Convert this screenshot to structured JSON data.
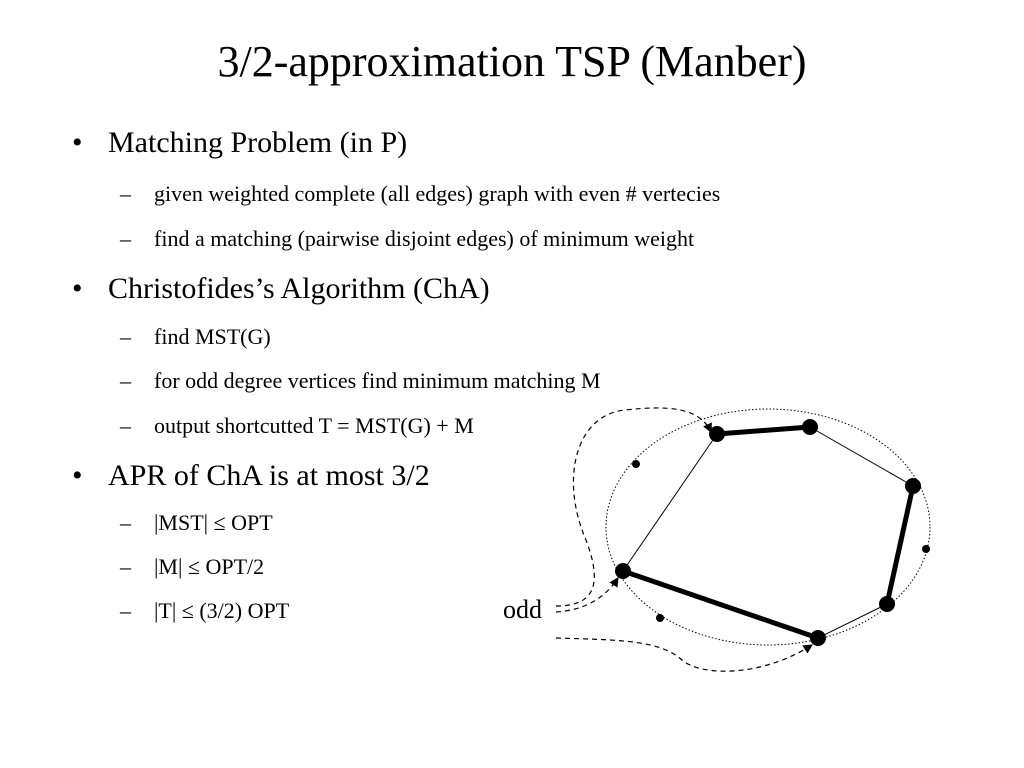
{
  "slide": {
    "title": "3/2-approximation TSP (Manber)",
    "sections": [
      {
        "bullet": "Matching Problem (in P)",
        "items": [
          "given weighted complete (all edges) graph with even # vertecies",
          "find a matching (pairwise disjoint edges) of minimum weight"
        ]
      },
      {
        "bullet": "Christofides’s Algorithm (ChA)",
        "items": [
          "find MST(G)",
          "for odd degree vertices find minimum matching M",
          "output shortcutted T = MST(G) + M"
        ]
      },
      {
        "bullet": "APR of ChA is at most 3/2",
        "items": [
          "|MST| ≤ OPT",
          "|M| ≤ OPT/2",
          "|T| ≤ (3/2) OPT"
        ]
      }
    ],
    "bullet_symbol": "•",
    "dash_symbol": "–"
  },
  "diagram": {
    "odd_label": "odd",
    "colors": {
      "ink": "#000000"
    }
  }
}
